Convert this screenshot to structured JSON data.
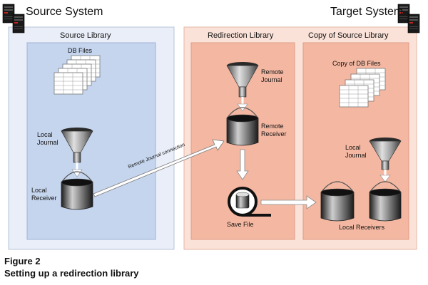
{
  "figure": {
    "number": "Figure 2",
    "caption": "Setting up a redirection library"
  },
  "source_system": {
    "title": "Source System",
    "server_icon": "server-tower-icon",
    "library": {
      "title": "Source Library",
      "db_files": "DB Files",
      "journal_line1": "Local",
      "journal_line2": "Journal",
      "receiver_line1": "Local",
      "receiver_line2": "Receiver"
    }
  },
  "target_system": {
    "title": "Target System",
    "server_icon": "server-tower-icon",
    "redirection_library": {
      "title": "Redirection Library",
      "journal_line1": "Remote",
      "journal_line2": "Journal",
      "receiver_line1": "Remote",
      "receiver_line2": "Receiver",
      "save_file": "Save File"
    },
    "copy_library": {
      "title": "Copy of Source Library",
      "db_files": "Copy of DB Files",
      "journal_line1": "Local",
      "journal_line2": "Journal",
      "receivers": "Local Receivers"
    }
  },
  "connection_label": "Remote Journal connection",
  "colors": {
    "source_outer": "#e9eef8",
    "source_inner": "#c5d5ee",
    "target_outer": "#fbe2d8",
    "target_inner": "#f4b8a2",
    "arrow_fill": "#ffffff",
    "arrow_stroke": "#7a7a7a"
  }
}
